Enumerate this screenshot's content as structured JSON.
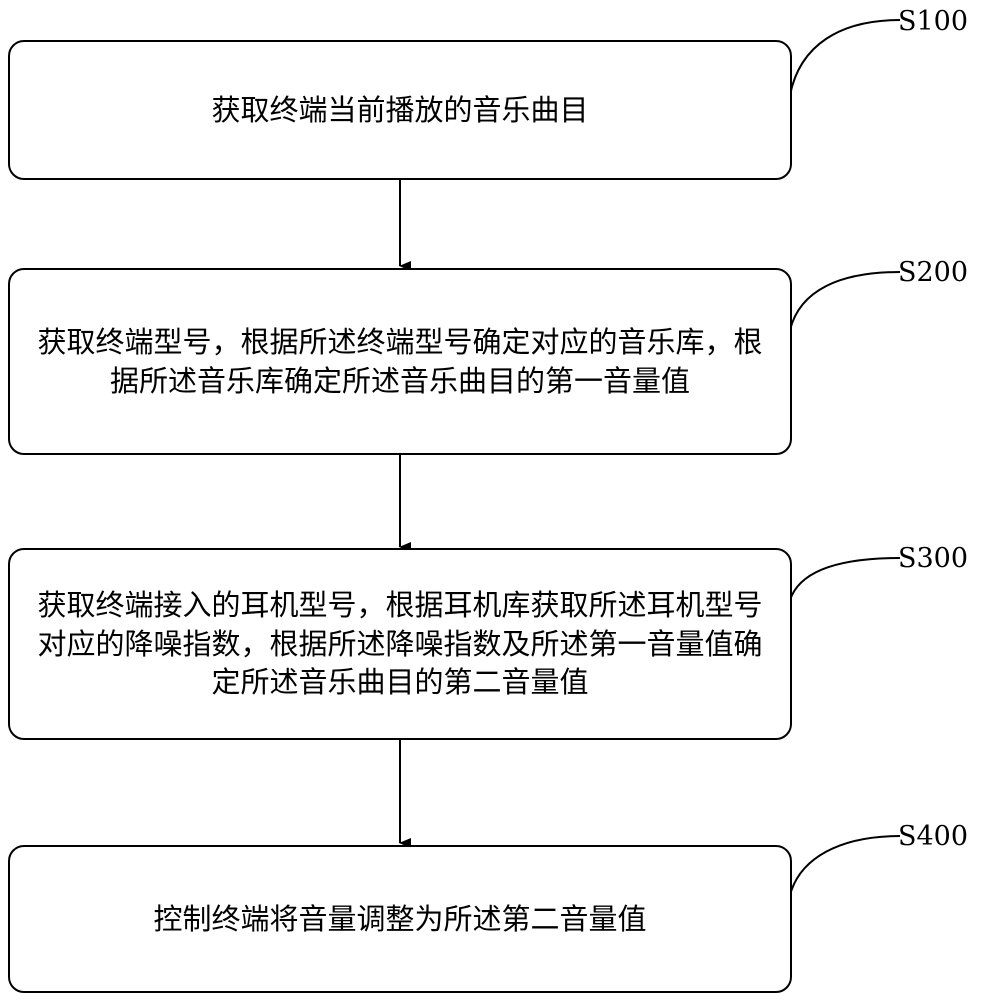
{
  "steps": [
    {
      "id": "S100",
      "label": "S100",
      "text": "获取终端当前播放的音乐曲目"
    },
    {
      "id": "S200",
      "label": "S200",
      "text": "获取终端型号，根据所述终端型号确定对应的音乐库，根据所述音乐库确定所述音乐曲目的第一音量值"
    },
    {
      "id": "S300",
      "label": "S300",
      "text": "获取终端接入的耳机型号，根据耳机库获取所述耳机型号对应的降噪指数，根据所述降噪指数及所述第一音量值确定所述音乐曲目的第二音量值"
    },
    {
      "id": "S400",
      "label": "S400",
      "text": "控制终端将音量调整为所述第二音量值"
    }
  ]
}
